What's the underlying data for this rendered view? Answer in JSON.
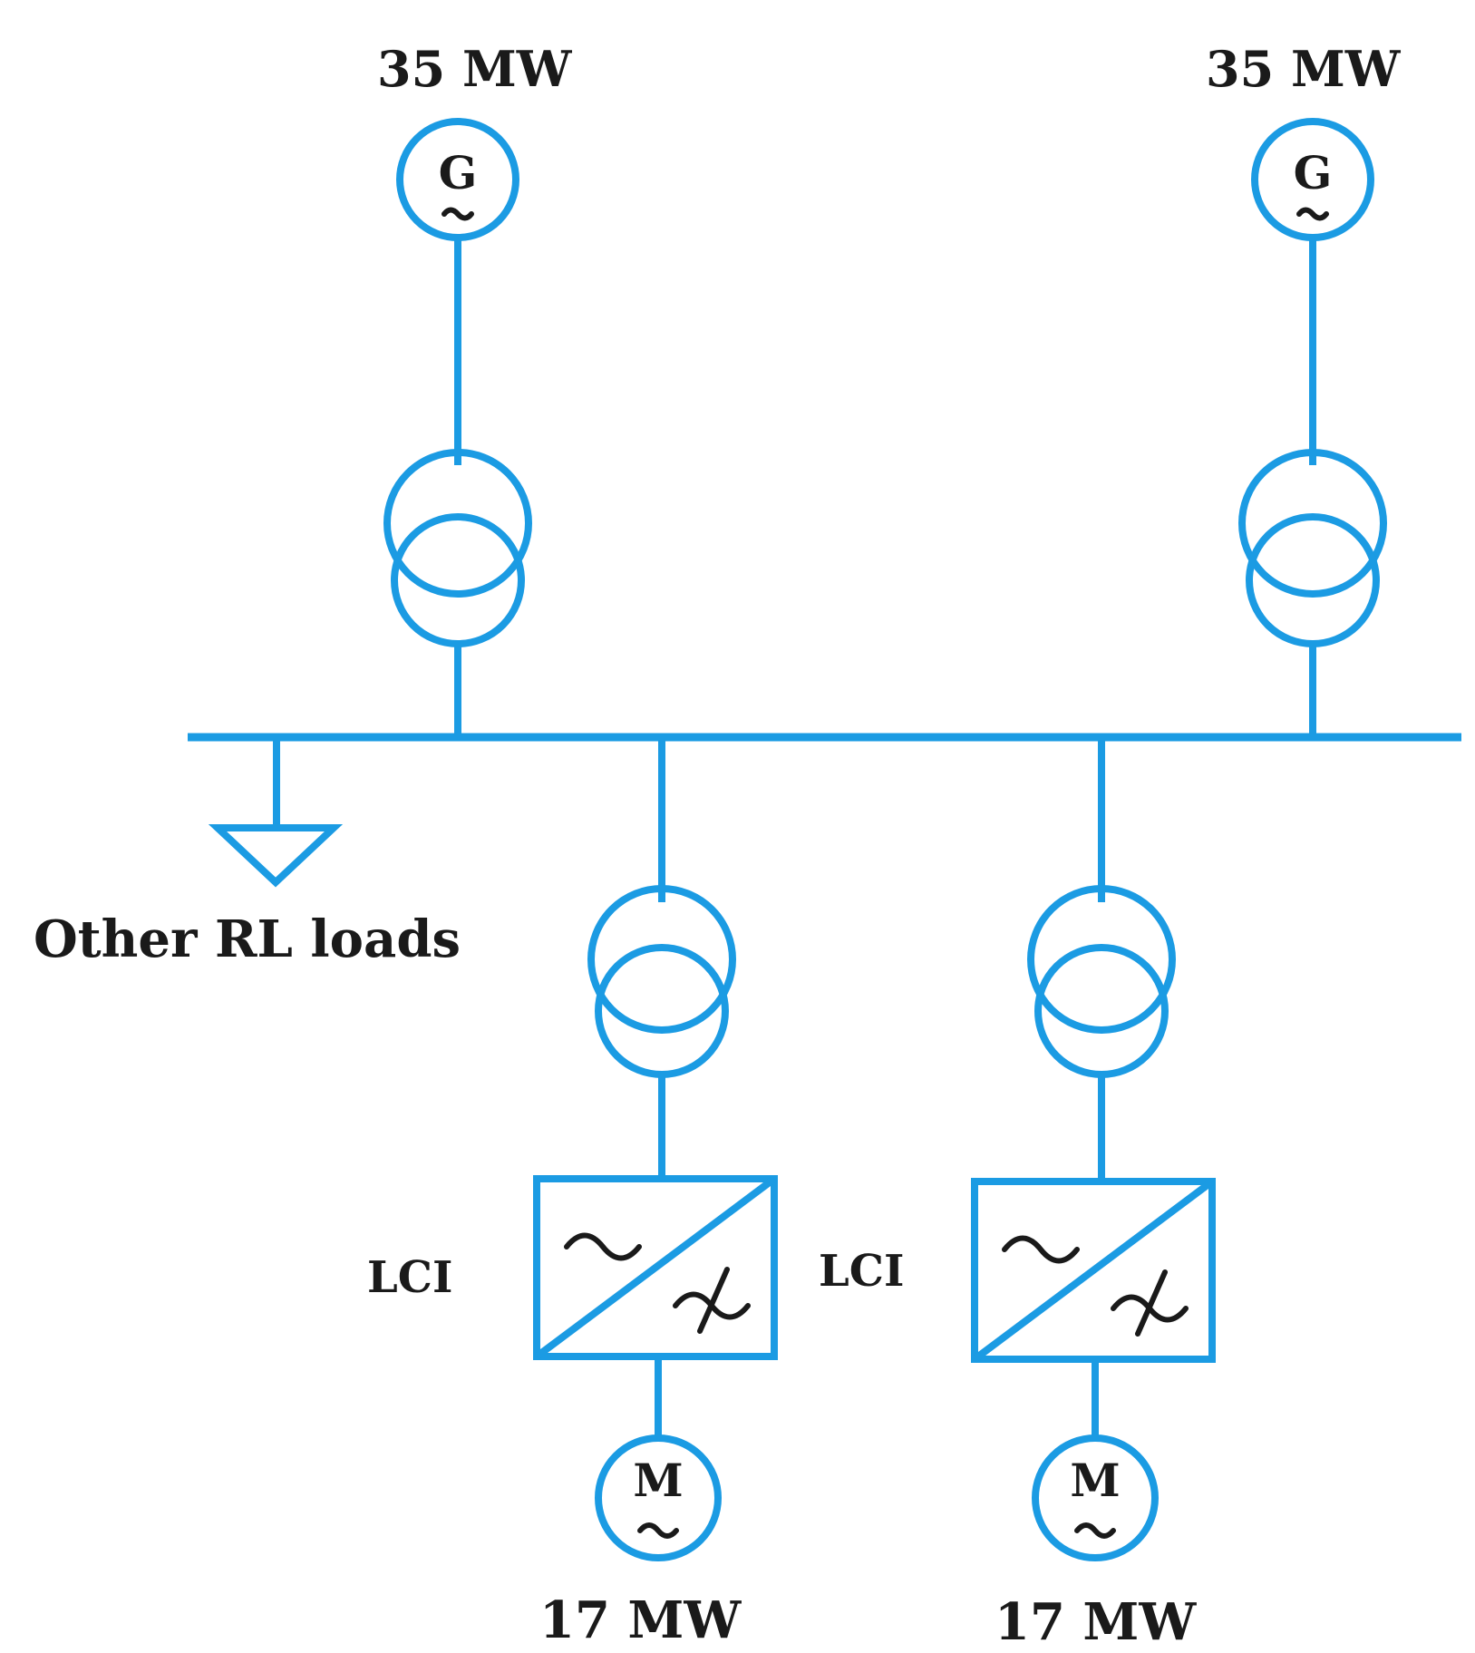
{
  "generators": [
    {
      "rating": "35 MW",
      "symbol": "G"
    },
    {
      "rating": "35 MW",
      "symbol": "G"
    }
  ],
  "load": {
    "label": "Other RL loads"
  },
  "drives": [
    {
      "converter_label": "LCI",
      "motor_symbol": "M",
      "rating": "17 MW"
    },
    {
      "converter_label": "LCI",
      "motor_symbol": "M",
      "rating": "17 MW"
    }
  ],
  "colors": {
    "line": "#1b9be3",
    "text": "#1a1a1a",
    "background": "#ffffff"
  }
}
